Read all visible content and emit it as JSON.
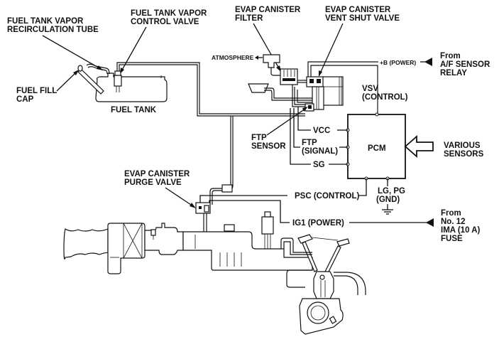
{
  "labels": {
    "recirc_tube": [
      "FUEL TANK VAPOR",
      "RECIRCULATION TUBE"
    ],
    "control_valve": [
      "FUEL TANK VAPOR",
      "CONTROL VALVE"
    ],
    "canister_filter": [
      "EVAP CANISTER",
      "FILTER"
    ],
    "vent_shut_valve": [
      "EVAP CANISTER",
      "VENT SHUT VALVE"
    ],
    "fuel_fill_cap": [
      "FUEL FILL",
      "CAP"
    ],
    "fuel_tank": "FUEL TANK",
    "atmosphere": "ATMOSPHERE",
    "b_power": "+B (POWER)",
    "af_relay": [
      "From",
      "A/F SENSOR",
      "RELAY"
    ],
    "vsv": [
      "VSV",
      "(CONTROL)"
    ],
    "ftp_sensor": [
      "FTP",
      "SENSOR"
    ],
    "vcc": "VCC",
    "ftp_signal": [
      "FTP",
      "(SIGNAL)"
    ],
    "sg": "SG",
    "pcm": "PCM",
    "various_sensors": [
      "VARIOUS",
      "SENSORS"
    ],
    "purge_valve": [
      "EVAP CANISTER",
      "PURGE VALVE"
    ],
    "psc": "PSC (CONTROL)",
    "gnd": [
      "LG, PG",
      "(GND)"
    ],
    "ig1": "IG1 (POWER)",
    "fuse": [
      "From",
      "No. 12",
      "IMA (10 A)",
      "FUSE"
    ]
  },
  "colors": {
    "line": "#111111",
    "background": "#ffffff"
  }
}
